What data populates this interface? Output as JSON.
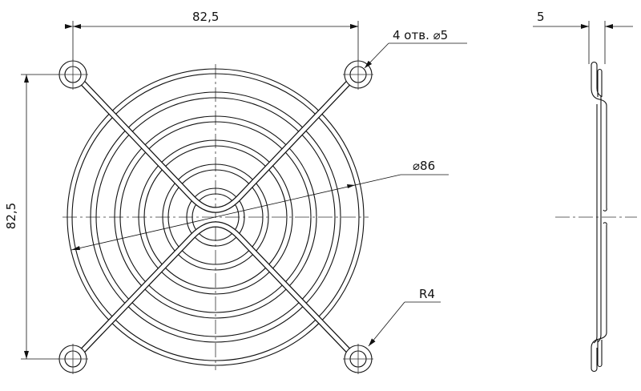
{
  "drawing": {
    "title": "Fan grille drawing",
    "dim_width": "82,5",
    "dim_height": "82,5",
    "holes_note": "4 отв. ⌀5",
    "outer_diameter": "⌀86",
    "corner_radius": "R4",
    "side_thickness": "5",
    "line_color": "#111111",
    "centerline_color": "#333333"
  }
}
